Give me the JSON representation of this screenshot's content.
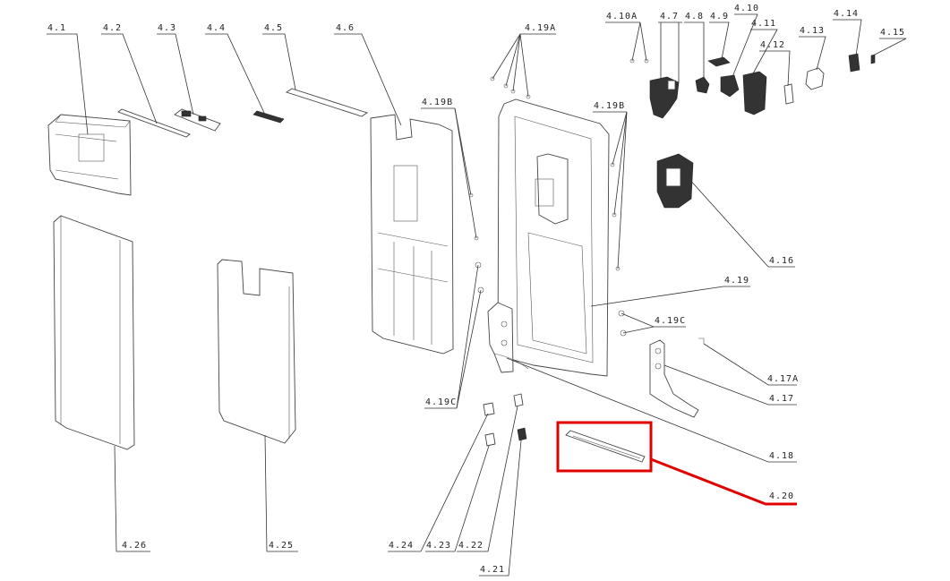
{
  "highlight_color": "#e00000",
  "highlighted_part": "4.20",
  "labels": {
    "l4_1": "4.1",
    "l4_2": "4.2",
    "l4_3": "4.3",
    "l4_4": "4.4",
    "l4_5": "4.5",
    "l4_6": "4.6",
    "l4_7": "4.7",
    "l4_8": "4.8",
    "l4_9": "4.9",
    "l4_10": "4.10",
    "l4_10A": "4.10A",
    "l4_11": "4.11",
    "l4_12": "4.12",
    "l4_13": "4.13",
    "l4_14": "4.14",
    "l4_15": "4.15",
    "l4_16": "4.16",
    "l4_17": "4.17",
    "l4_17A": "4.17A",
    "l4_18": "4.18",
    "l4_19": "4.19",
    "l4_19A": "4.19A",
    "l4_19B_a": "4.19B",
    "l4_19B_b": "4.19B",
    "l4_19C_a": "4.19C",
    "l4_19C_b": "4.19C",
    "l4_20": "4.20",
    "l4_21": "4.21",
    "l4_22": "4.22",
    "l4_23": "4.23",
    "l4_24": "4.24",
    "l4_25": "4.25",
    "l4_26": "4.26"
  }
}
